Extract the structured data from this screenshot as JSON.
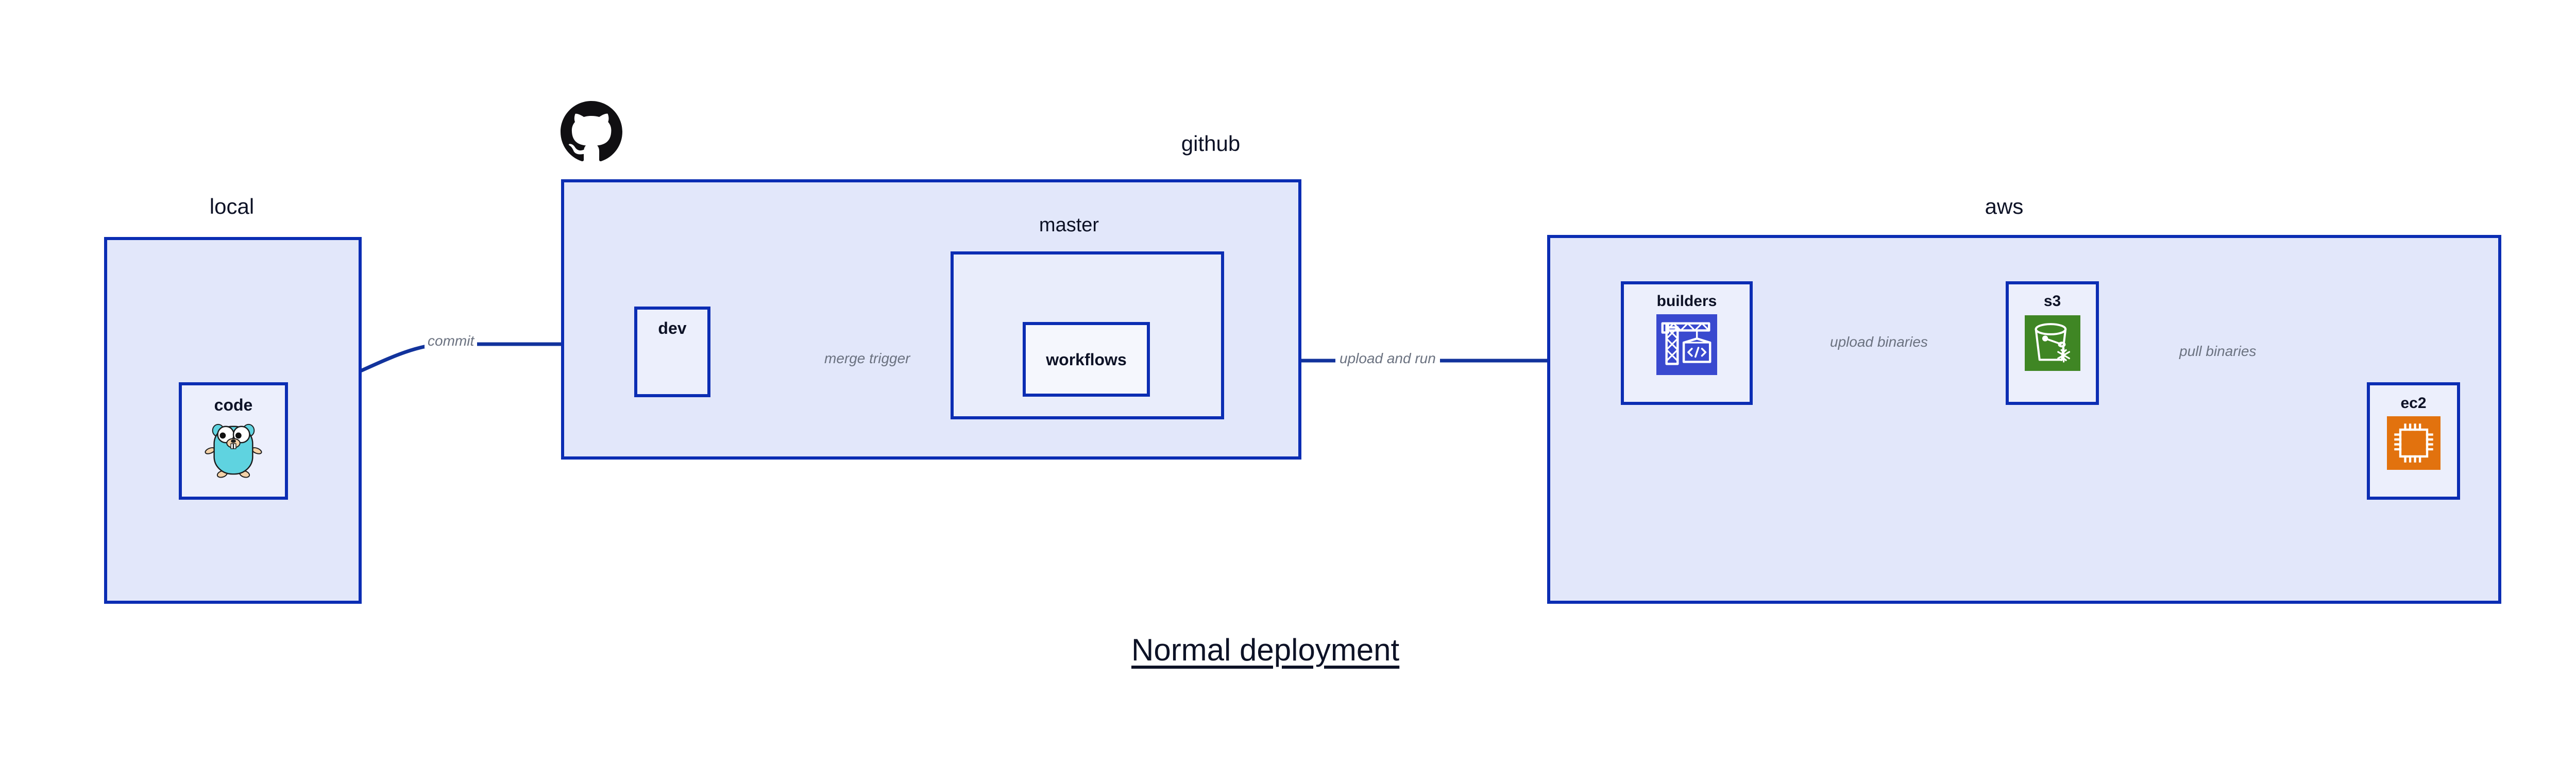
{
  "diagram": {
    "title": "Normal deployment"
  },
  "zones": [
    {
      "id": "local",
      "label": "local"
    },
    {
      "id": "github",
      "label": "github"
    },
    {
      "id": "master",
      "label": "master"
    },
    {
      "id": "aws",
      "label": "aws"
    }
  ],
  "nodes": [
    {
      "id": "code",
      "label": "code",
      "icon": "go-gopher-icon"
    },
    {
      "id": "dev",
      "label": "dev",
      "icon": null
    },
    {
      "id": "workflows",
      "label": "workflows",
      "icon": null
    },
    {
      "id": "builders",
      "label": "builders",
      "icon": "crane-code-icon"
    },
    {
      "id": "s3",
      "label": "s3",
      "icon": "s3-bucket-icon"
    },
    {
      "id": "ec2",
      "label": "ec2",
      "icon": "cpu-chip-icon"
    }
  ],
  "edges": [
    {
      "id": "commit",
      "label": "commit",
      "from": "code",
      "to": "dev"
    },
    {
      "id": "merge-trigger",
      "label": "merge trigger",
      "from": "dev",
      "to": "workflows"
    },
    {
      "id": "upload-and-run",
      "label": "upload and run",
      "from": "workflows",
      "to": "builders"
    },
    {
      "id": "upload-binaries",
      "label": "upload binaries",
      "from": "builders",
      "to": "s3"
    },
    {
      "id": "pull-binaries",
      "label": "pull binaries",
      "from": "s3",
      "to": "ec2"
    }
  ],
  "logos": [
    {
      "id": "github-logo",
      "name": "github-octocat-logo"
    }
  ],
  "colors": {
    "border": "#0b2db3",
    "zone_fill": "#e2e7fa",
    "inner_zone_fill": "#e9edfb",
    "node_fill": "#eceffc",
    "node_fill_white": "#f5f7fd",
    "edge_line": "#12339c",
    "edge_label_text": "#6b7280",
    "title_text": "#0d1226",
    "builders_icon_bg": "#3949cf",
    "s3_icon_bg": "#3f8624",
    "ec2_icon_bg": "#e2720e",
    "gopher_body": "#5fd3e0",
    "gopher_limb": "#f4d2a8",
    "octocat": "#100f12"
  }
}
